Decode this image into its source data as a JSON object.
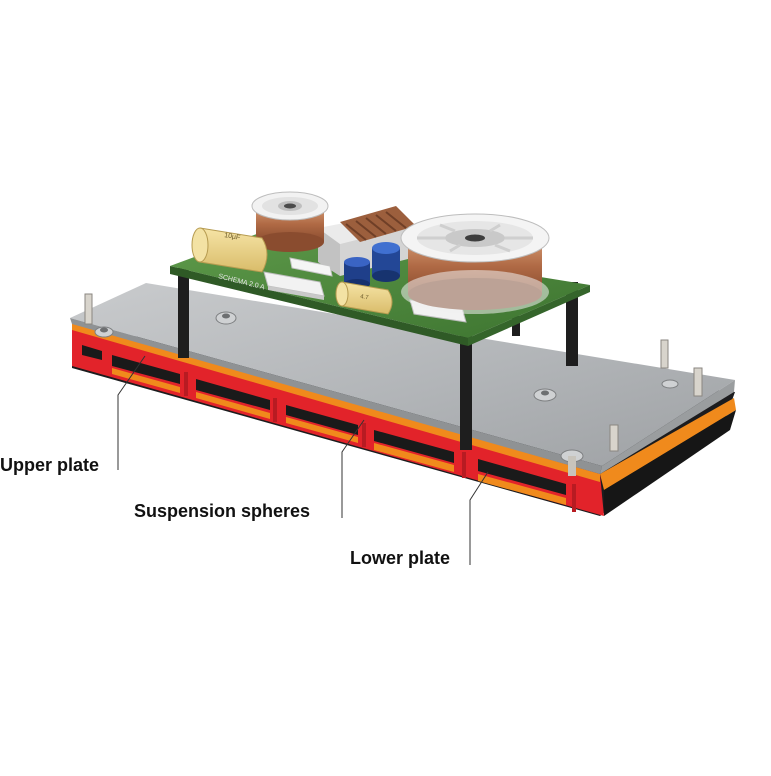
{
  "labels": {
    "upper_plate": "Upper plate",
    "suspension_spheres": "Suspension spheres",
    "lower_plate": "Lower plate"
  },
  "component_markings": {
    "capacitor_large": "10µF",
    "capacitor_small": "4.7",
    "pcb_text": "SCHEMA 2.0 A"
  },
  "colors": {
    "background": "#ffffff",
    "plate_metal": "#b9bcbf",
    "pcb_green": "#4e8a3e",
    "isolation_red": "#e2232a",
    "isolation_orange": "#f08a1c",
    "copper": "#b8704a",
    "capacitor_yellow": "#ecd489"
  }
}
